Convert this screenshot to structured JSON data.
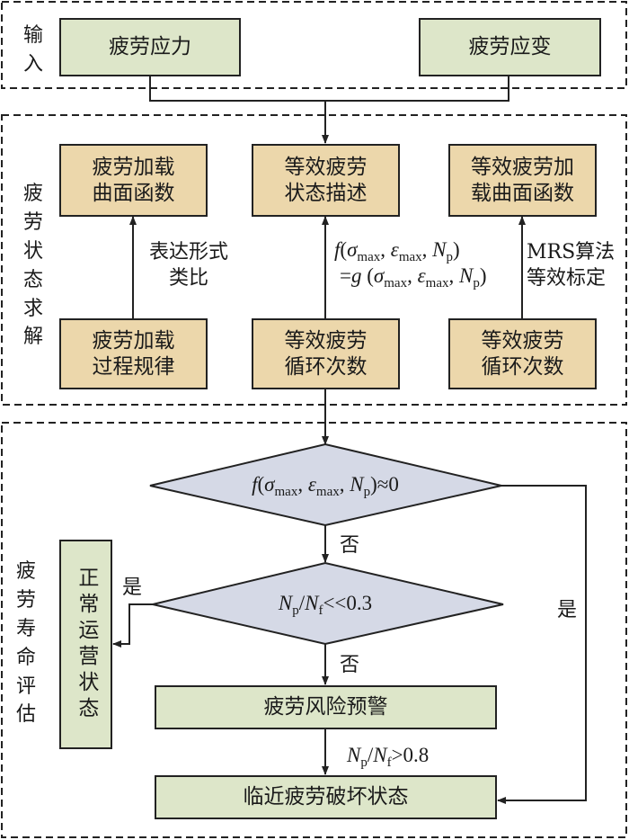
{
  "sections": {
    "input": {
      "title": "输入"
    },
    "state_solution": {
      "title": "疲劳状态求解"
    },
    "life_assessment": {
      "title": "疲劳寿命评估"
    }
  },
  "input_boxes": {
    "stress": "疲劳应力",
    "strain": "疲劳应变"
  },
  "state_boxes": {
    "loading_surface_function": "疲劳加载\n曲面函数",
    "equivalent_state_description": "等效疲劳\n状态描述",
    "equivalent_loading_surface_function": "等效疲劳加\n载曲面函数",
    "loading_process_law": "疲劳加载\n过程规律",
    "equivalent_cycles_mid": "等效疲劳\n循环次数",
    "equivalent_cycles_right": "等效疲劳\n循环次数"
  },
  "edge_labels": {
    "analogy_line1": "表达形式",
    "analogy_line2": "类比",
    "equation_line1": "f(σmax, εmax, Np)",
    "equation_line2": "=g (σmax, εmax, Np)",
    "mrs_line1": "MRS算法",
    "mrs_line2": "等效标定",
    "no1": "否",
    "no2": "否",
    "yes_left": "是",
    "yes_right": "是",
    "threshold_high": "Np/Nf>0.8"
  },
  "decisions": {
    "d1": "f(σmax, εmax, Np)≈0",
    "d2": "Np/Nf<<0.3"
  },
  "assessment_boxes": {
    "normal_operation": "正常运营状态",
    "risk_warning": "疲劳风险预警",
    "near_failure": "临近疲劳破坏状态"
  },
  "colors": {
    "green_fill": "#dde6c9",
    "tan_fill": "#ecd7ab",
    "diamond_fill": "#d5d9e6",
    "line": "#222222"
  }
}
